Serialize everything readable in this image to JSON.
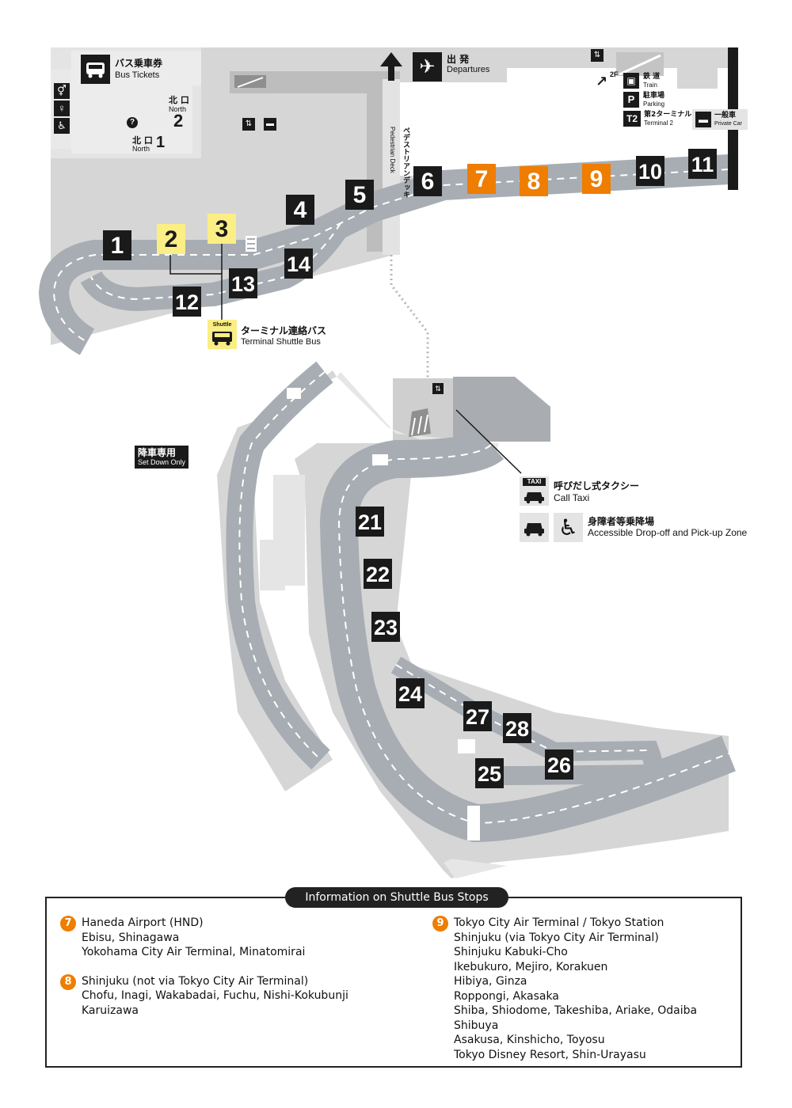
{
  "stops_upper": [
    {
      "label": "1",
      "style": "black"
    },
    {
      "label": "2",
      "style": "yellow"
    },
    {
      "label": "3",
      "style": "yellow"
    },
    {
      "label": "4",
      "style": "black"
    },
    {
      "label": "5",
      "style": "black"
    },
    {
      "label": "6",
      "style": "black"
    },
    {
      "label": "7",
      "style": "orange"
    },
    {
      "label": "8",
      "style": "orange"
    },
    {
      "label": "9",
      "style": "orange"
    },
    {
      "label": "10",
      "style": "black"
    },
    {
      "label": "11",
      "style": "black"
    },
    {
      "label": "12",
      "style": "black"
    },
    {
      "label": "13",
      "style": "black"
    },
    {
      "label": "14",
      "style": "black"
    }
  ],
  "stops_lower": [
    {
      "label": "21",
      "style": "black"
    },
    {
      "label": "22",
      "style": "black"
    },
    {
      "label": "23",
      "style": "black"
    },
    {
      "label": "24",
      "style": "black"
    },
    {
      "label": "25",
      "style": "black"
    },
    {
      "label": "26",
      "style": "black"
    },
    {
      "label": "27",
      "style": "black"
    },
    {
      "label": "28",
      "style": "black"
    }
  ],
  "colors": {
    "orange": "#ee7d00",
    "yellow": "#fbee84",
    "black": "#1a1a1a",
    "road": "#a7adb3",
    "ground": "#d6d6d6"
  },
  "labels": {
    "bus_tickets_ja": "バス乗車券",
    "bus_tickets_en": "Bus Tickets",
    "north_ja": "北 口",
    "north_en": "North",
    "north2_num": "2",
    "north1_num": "1",
    "departures_ja": "出 発",
    "departures_en": "Departures",
    "floor_2f": "2F",
    "train_ja": "鉄 道",
    "train_en": "Train",
    "parking_ja": "駐車場",
    "parking_en": "Parking",
    "t2_ja": "第2ターミナル",
    "t2_en": "Terminal 2",
    "t2_badge": "T2",
    "private_car_ja": "一般車",
    "private_car_en": "Private Car",
    "pedestrian_deck_ja": "ペデストリアンデッキ",
    "pedestrian_deck_en": "Pedestrian Deck",
    "shuttle_badge": "Shuttle",
    "shuttle_ja": "ターミナル連絡バス",
    "shuttle_en": "Terminal Shuttle Bus",
    "set_down_ja": "降車専用",
    "set_down_en": "Set Down Only",
    "taxi_badge": "TAXI",
    "call_taxi_ja": "呼びだし式タクシー",
    "call_taxi_en": "Call Taxi",
    "accessible_ja": "身障者等乗降場",
    "accessible_en": "Accessible Drop-off and Pick-up Zone"
  },
  "icons": [
    "bus-icon",
    "restroom-icon",
    "nursing-room-icon",
    "wheelchair-icon",
    "info-icon",
    "elevator-icon",
    "smoking-area-icon",
    "plane-icon",
    "arrow-up-icon",
    "arrow-up-right-icon",
    "train-icon",
    "parking-icon",
    "car-icon",
    "taxi-icon",
    "escalator-icon"
  ],
  "info": {
    "title": "Information on Shuttle Bus Stops",
    "left": [
      {
        "stop": "7",
        "lines": [
          "Haneda Airport (HND)",
          "Ebisu, Shinagawa",
          "Yokohama City Air Terminal, Minatomirai"
        ]
      },
      {
        "stop": "8",
        "lines": [
          "Shinjuku (not via Tokyo City Air Terminal)",
          "Chofu, Inagi, Wakabadai, Fuchu, Nishi-Kokubunji",
          "Karuizawa"
        ]
      }
    ],
    "right": [
      {
        "stop": "9",
        "lines": [
          "Tokyo City Air Terminal / Tokyo Station",
          "Shinjuku (via  Tokyo City Air Terminal)",
          "Shinjuku Kabuki-Cho",
          "Ikebukuro, Mejiro, Korakuen",
          "Hibiya, Ginza",
          "Roppongi, Akasaka",
          "Shiba, Shiodome, Takeshiba, Ariake, Odaiba",
          "Shibuya",
          "Asakusa, Kinshicho, Toyosu",
          "Tokyo Disney Resort, Shin-Urayasu"
        ]
      }
    ]
  }
}
